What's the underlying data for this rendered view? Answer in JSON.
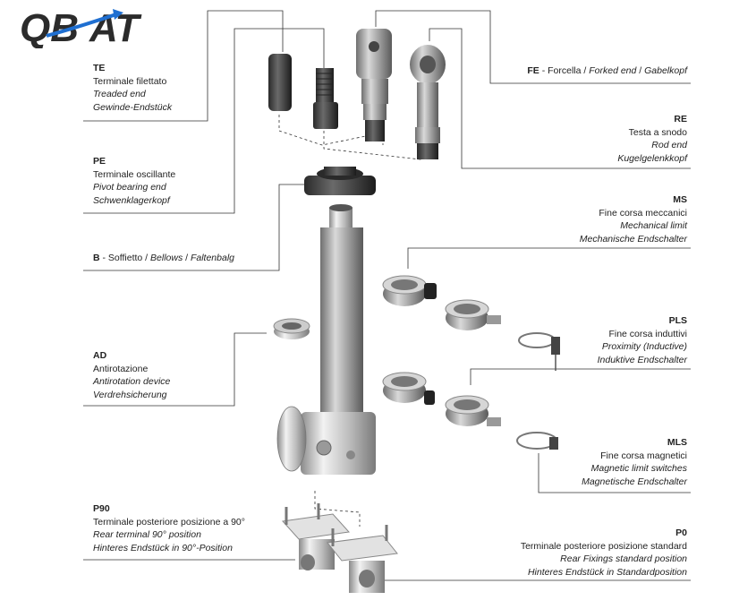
{
  "logo": {
    "text": "QBAT",
    "brand_colors": {
      "dark": "#2b2b2b",
      "accent": "#1f6fd1"
    }
  },
  "labels": {
    "te": {
      "code": "TE",
      "it": "Terminale filettato",
      "en": "Treaded end",
      "de": "Gewinde-Endstück"
    },
    "pe": {
      "code": "PE",
      "it": "Terminale oscillante",
      "en": "Pivot bearing end",
      "de": "Schwenklagerkopf"
    },
    "b": {
      "code": "B",
      "sep1": " - Soffietto / ",
      "en": "Bellows",
      "sep2": " / ",
      "de": "Faltenbalg"
    },
    "ad": {
      "code": "AD",
      "it": "Antirotazione",
      "en": "Antirotation device",
      "de": "Verdrehsicherung"
    },
    "p90": {
      "code": "P90",
      "it": "Terminale posteriore posizione a 90°",
      "en": "Rear terminal 90° position",
      "de": "Hinteres Endstück in 90°-Position"
    },
    "fe": {
      "code": "FE",
      "sep1": " - Forcella / ",
      "en": "Forked end",
      "sep2": " / ",
      "de": "Gabelkopf"
    },
    "re": {
      "code": "RE",
      "it": "Testa a snodo",
      "en": "Rod end",
      "de": "Kugelgelenkkopf"
    },
    "ms": {
      "code": "MS",
      "it": "Fine corsa meccanici",
      "en": "Mechanical limit",
      "de": "Mechanische Endschalter"
    },
    "pls": {
      "code": "PLS",
      "it": "Fine corsa induttivi",
      "en": "Proximity (Inductive)",
      "de": "Induktive Endschalter"
    },
    "mls": {
      "code": "MLS",
      "it": "Fine corsa magnetici",
      "en": "Magnetic limit switches",
      "de": "Magnetische Endschalter"
    },
    "p0": {
      "code": "P0",
      "it": "Terminale posteriore posizione standard",
      "en": "Rear Fixings standard position",
      "de": "Hinteres Endstück in Standardposition"
    }
  }
}
